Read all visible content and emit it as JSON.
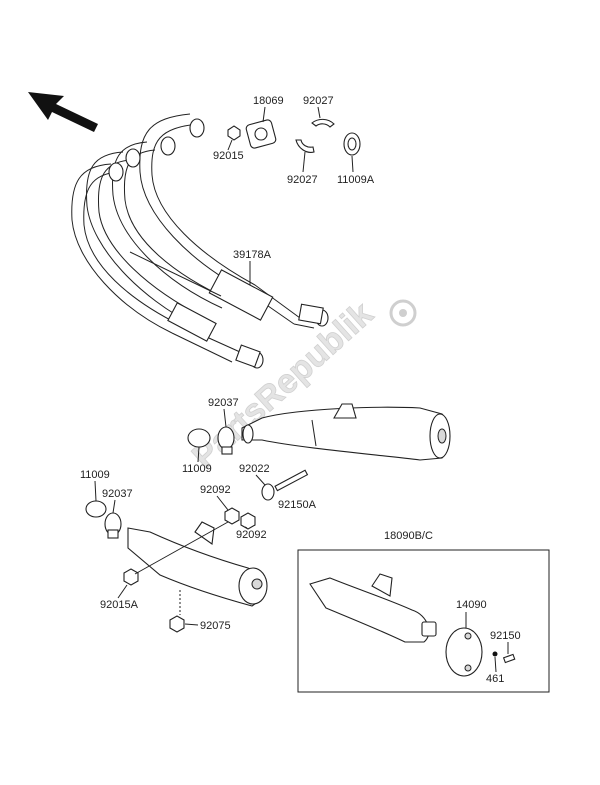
{
  "watermark": "PartsRepublik",
  "labels": {
    "p18069": "18069",
    "p92027_top": "92027",
    "p92015": "92015",
    "p92027_bottom": "92027",
    "p11009A": "11009A",
    "p39178A": "39178A",
    "p92037_upper": "92037",
    "p11009_upper": "11009",
    "p92022": "92022",
    "p92092_upper": "92092",
    "p92150A": "92150A",
    "p92092_lower": "92092",
    "p11009_left": "11009",
    "p92037_left": "92037",
    "p92015A": "92015A",
    "p92075": "92075",
    "p18090BC": "18090B/C",
    "p14090": "14090",
    "p92150": "92150",
    "p461": "461"
  }
}
